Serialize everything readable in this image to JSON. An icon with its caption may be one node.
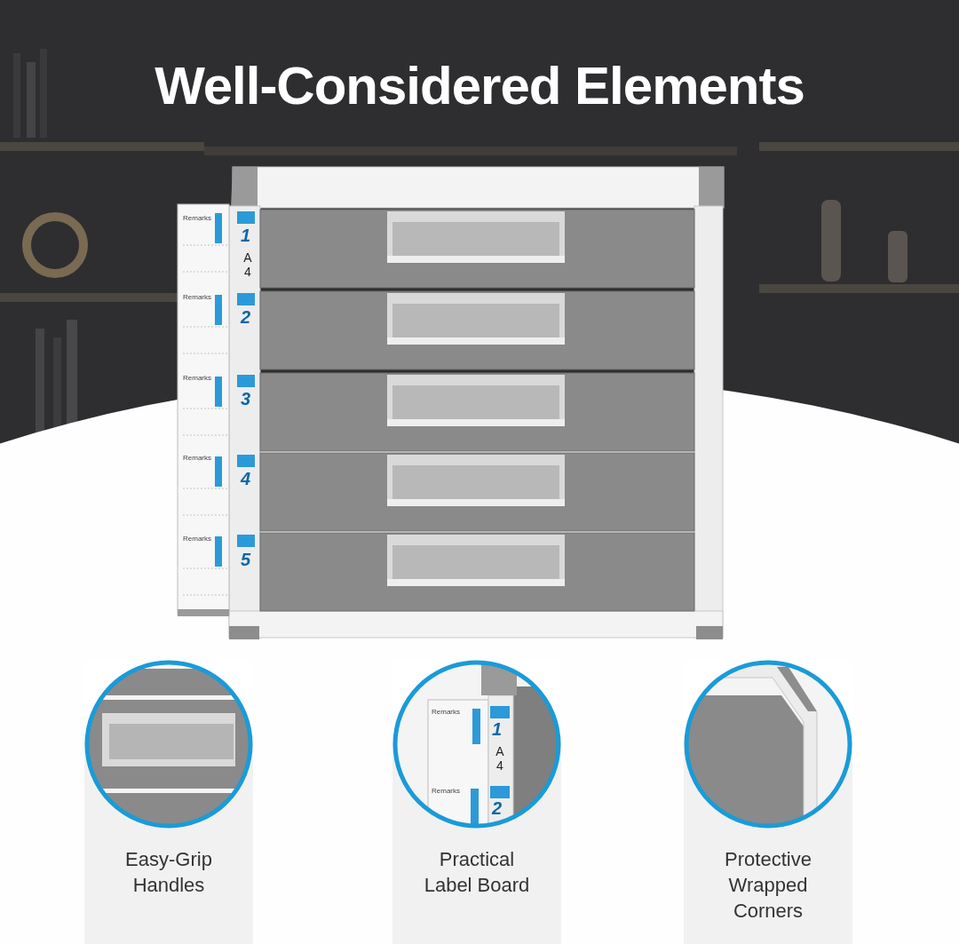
{
  "diagram": {
    "title": "Well-Considered Elements",
    "nodes": [
      {
        "text": [
          "Easy-Grip Handles"
        ]
      },
      {
        "text": [
          "Practical Label Board"
        ]
      },
      {
        "text": [
          "Protective Wrapped Corners"
        ]
      }
    ],
    "labels": [
      "Remarks",
      "1",
      "A4",
      "Remarks",
      "2",
      "Remarks",
      "3",
      "Remarks",
      "4",
      "Remarks",
      "5",
      "Remarks",
      "1",
      "A4",
      "Remarks",
      "2"
    ]
  }
}
